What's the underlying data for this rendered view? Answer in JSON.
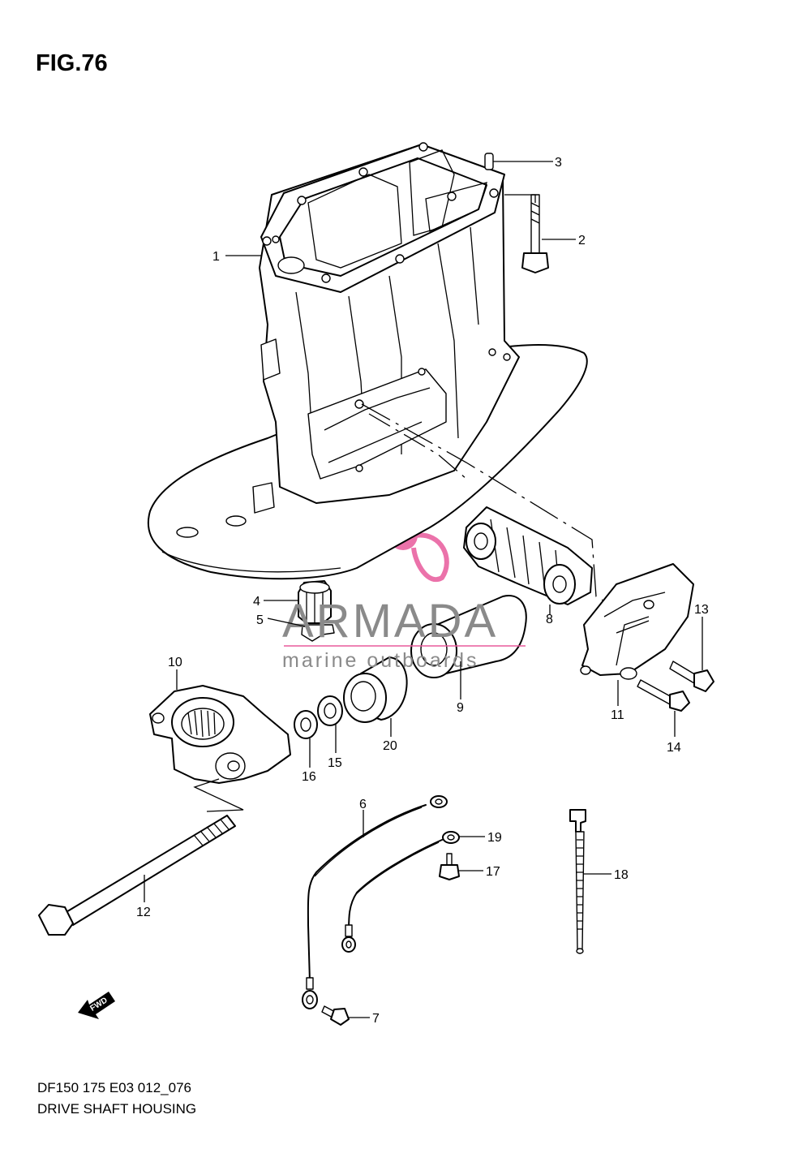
{
  "figure": {
    "title": "FIG.76",
    "code": "DF150 175 E03 012_076",
    "name": "DRIVE SHAFT HOUSING"
  },
  "watermark": {
    "brand": "ARMADA",
    "tagline": "marine outboards",
    "logo_icon": "propeller-icon",
    "logo_color": "#e85a9c"
  },
  "forward_arrow": {
    "text": "FWD",
    "icon": "forward-arrow-icon"
  },
  "callouts": [
    {
      "number": "1",
      "part": "drive-shaft-housing"
    },
    {
      "number": "2",
      "part": "bolt"
    },
    {
      "number": "3",
      "part": "dowel-pin"
    },
    {
      "number": "4",
      "part": "grommet-nut"
    },
    {
      "number": "5",
      "part": "clip"
    },
    {
      "number": "6",
      "part": "ground-wire"
    },
    {
      "number": "7",
      "part": "screw"
    },
    {
      "number": "8",
      "part": "upper-mount-rubber"
    },
    {
      "number": "9",
      "part": "lower-mount-bushing"
    },
    {
      "number": "10",
      "part": "lower-mount-bracket"
    },
    {
      "number": "11",
      "part": "mount-cover"
    },
    {
      "number": "12",
      "part": "through-bolt"
    },
    {
      "number": "13",
      "part": "bolt"
    },
    {
      "number": "14",
      "part": "bolt"
    },
    {
      "number": "15",
      "part": "washer"
    },
    {
      "number": "16",
      "part": "washer"
    },
    {
      "number": "17",
      "part": "screw"
    },
    {
      "number": "18",
      "part": "cable-tie"
    },
    {
      "number": "19",
      "part": "ground-wire"
    },
    {
      "number": "20",
      "part": "bushing"
    }
  ]
}
